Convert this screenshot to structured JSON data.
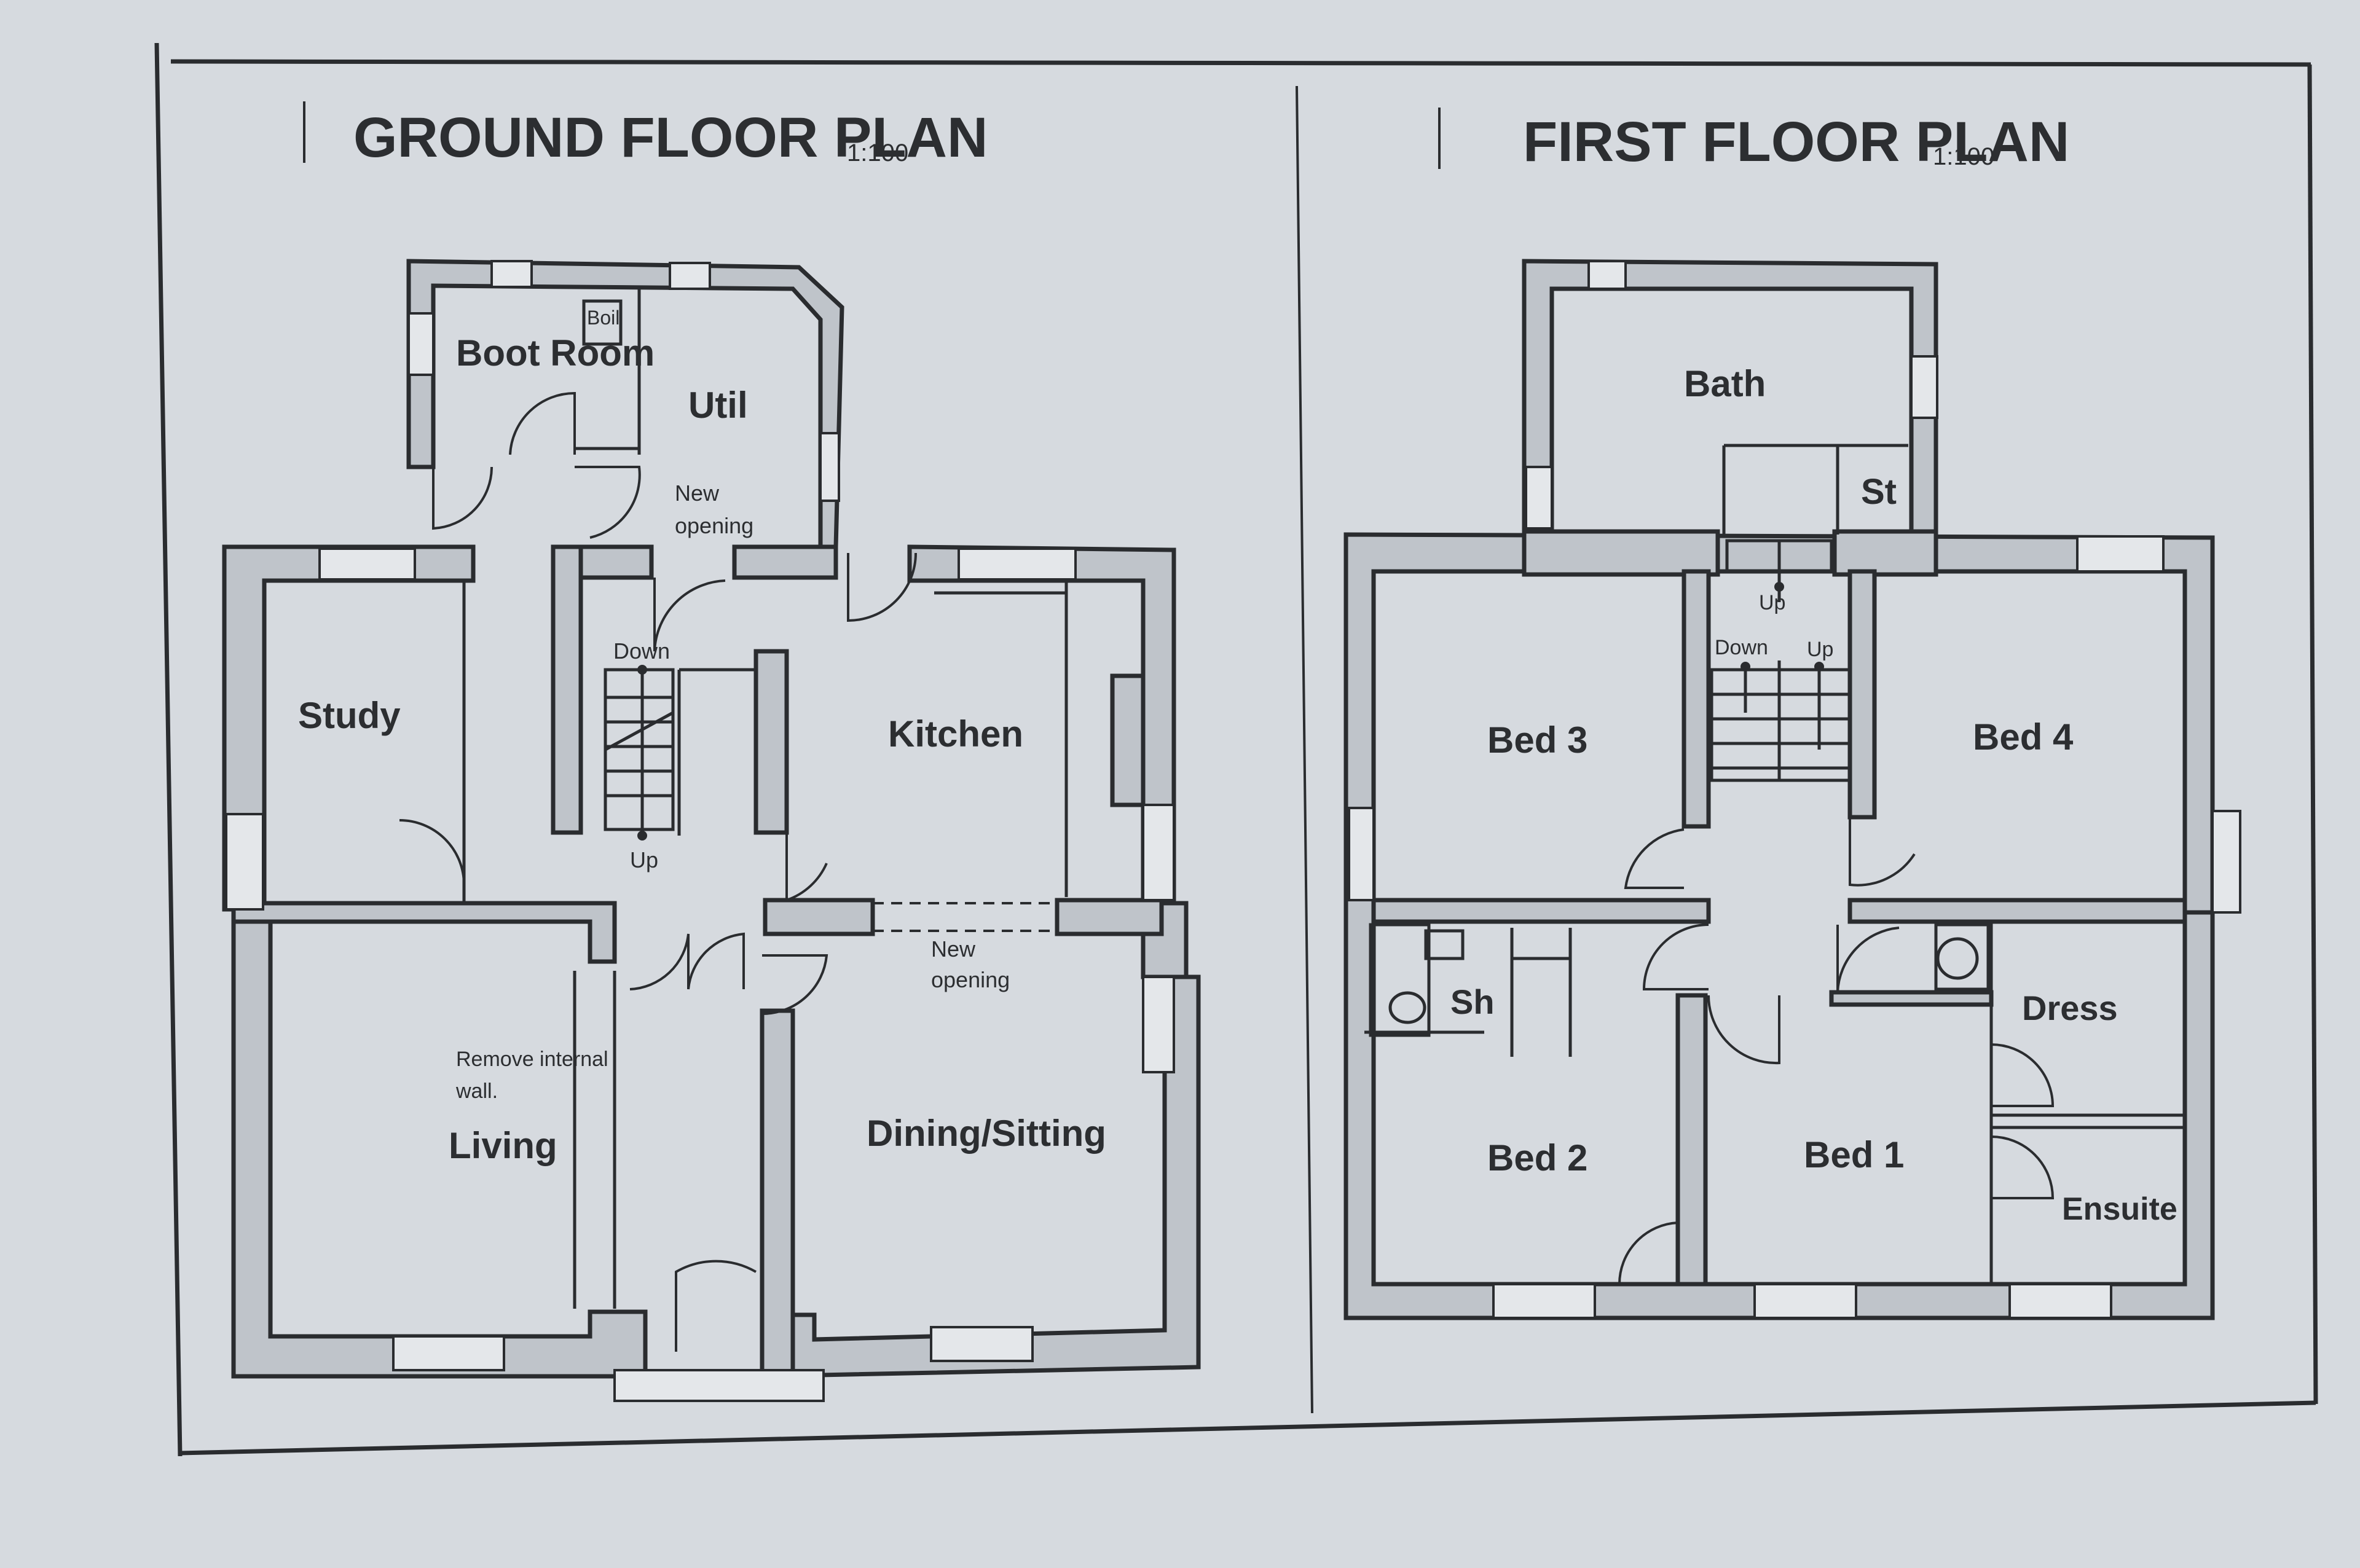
{
  "colors": {
    "paper": "#d6dadf",
    "ink": "#2a2c2f",
    "wall_fill": "#bfc4ca"
  },
  "ground_floor": {
    "title": "GROUND FLOOR PLAN",
    "scale": "1:100",
    "rooms": {
      "boot_room": "Boot Room",
      "boil": "Boil",
      "util": "Util",
      "study": "Study",
      "kitchen": "Kitchen",
      "living": "Living",
      "dining": "Dining/Sitting"
    },
    "notes": {
      "new_opening_1a": "New",
      "new_opening_1b": "opening",
      "new_opening_2a": "New",
      "new_opening_2b": "opening",
      "remove_wall_a": "Remove internal",
      "remove_wall_b": "wall.",
      "down": "Down",
      "up": "Up"
    }
  },
  "first_floor": {
    "title": "FIRST FLOOR PLAN",
    "scale": "1:100",
    "rooms": {
      "bath": "Bath",
      "st": "St",
      "bed3": "Bed 3",
      "bed4": "Bed 4",
      "sh": "Sh",
      "dress": "Dress",
      "bed2": "Bed 2",
      "bed1": "Bed 1",
      "ensuite": "Ensuite"
    },
    "notes": {
      "up": "Up",
      "down": "Down",
      "up2": "Up"
    }
  }
}
